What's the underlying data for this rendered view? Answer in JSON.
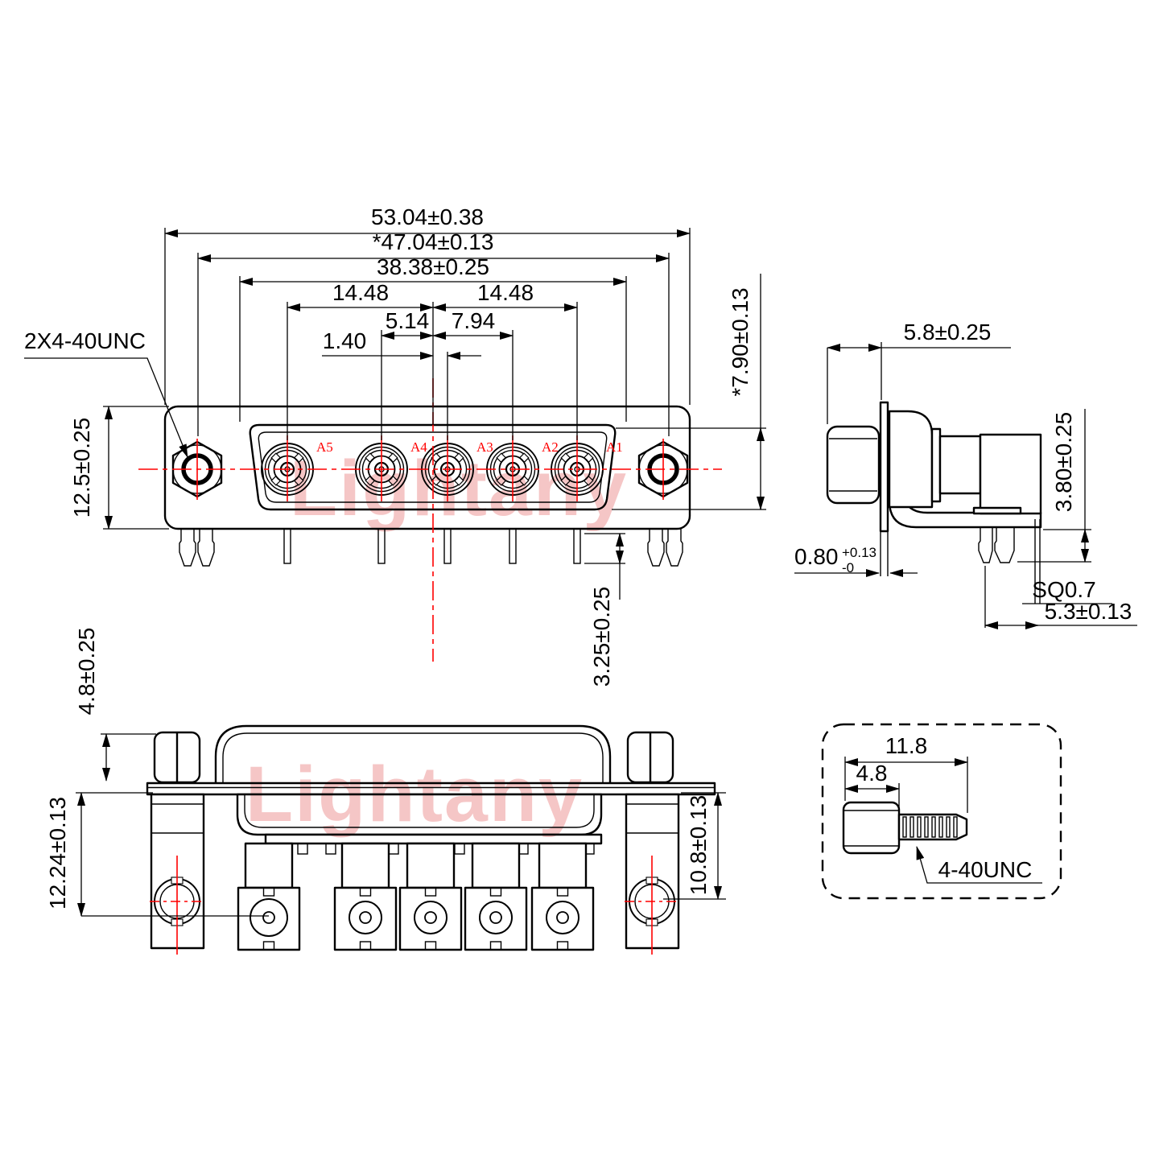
{
  "watermark": "Lightany",
  "colors": {
    "line": "#000000",
    "centerline": "#ff0000",
    "contact_label": "#ff0000",
    "watermark": "#f5c6c6"
  },
  "front": {
    "labels": [
      "A5",
      "A4",
      "A3",
      "A2",
      "A1"
    ],
    "thread_callout": "2X4-40UNC",
    "d_overall": "53.04±0.38",
    "d_flange": "*47.04±0.13",
    "d_insert": "38.38±0.25",
    "d_pitch_l": "14.48",
    "d_pitch_r": "14.48",
    "d_a4": "5.14",
    "d_a2": "7.94",
    "d_a3": "1.40",
    "d_height": "12.5±0.25",
    "d_insert_h": "*7.90±0.13",
    "d_pin": "3.25±0.25"
  },
  "side": {
    "d_depth": "5.8±0.25",
    "d_flange_t": "0.80",
    "d_flange_t_plus": "+0.13",
    "d_flange_t_minus": "-0",
    "d_post": "3.80±0.25",
    "d_sq": "SQ0.7",
    "d_pin_off": "5.3±0.13"
  },
  "bottom": {
    "d_nut": "4.8±0.25",
    "d_bracket": "12.24±0.13",
    "d_body": "10.8±0.13"
  },
  "screw": {
    "d_len": "11.8",
    "d_head": "4.8",
    "thread": "4-40UNC"
  }
}
